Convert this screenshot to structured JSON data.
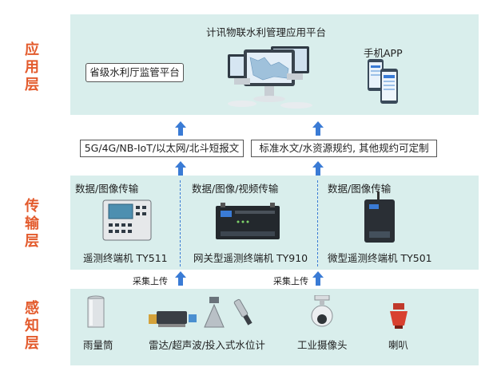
{
  "layers": {
    "application": "应\n用\n层",
    "transmission": "传\n输\n层",
    "perception": "感\n知\n层"
  },
  "application": {
    "platform_title": "计讯物联水利管理应用平台",
    "province_platform": "省级水利厅监管平台",
    "mobile_app": "手机APP"
  },
  "network": {
    "left_box": "5G/4G/NB-IoT/以太网/北斗短报文",
    "right_box": "标准水文/水资源规约, 其他规约可定制"
  },
  "transmission": {
    "devices": [
      {
        "caption": "数据/图像传输",
        "name": "遥测终端机 TY511"
      },
      {
        "caption": "数据/图像/视频传输",
        "name": "网关型遥测终端机 TY910"
      },
      {
        "caption": "数据/图像传输",
        "name": "微型遥测终端机 TY501"
      }
    ]
  },
  "upload": {
    "left": "采集上传",
    "right": "采集上传"
  },
  "perception": {
    "sensors": [
      {
        "name": "雨量筒"
      },
      {
        "name": "雷达/超声波/投入式水位计"
      },
      {
        "name": "工业摄像头"
      },
      {
        "name": "喇叭"
      }
    ]
  },
  "colors": {
    "accent": "#e35b2d",
    "panel": "#d9eeec",
    "arrow": "#3a7bd5"
  }
}
